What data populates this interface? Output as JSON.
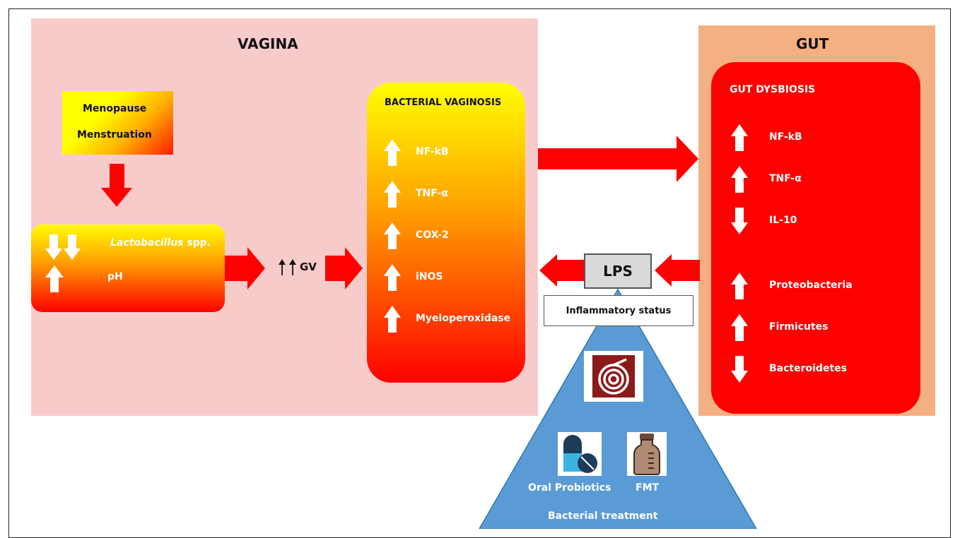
{
  "vagina": {
    "title": "VAGINA",
    "triggers": [
      "Menopause",
      "Menstruation"
    ],
    "lacto_label": "Lactobacillus",
    "lacto_suffix": "spp.",
    "ph_label": "pH",
    "gv_label": "GV",
    "bv": {
      "title": "BACTERIAL VAGINOSIS",
      "markers": [
        "NF-kB",
        "TNF-α",
        "COX-2",
        "iNOS",
        "Myeloperoxidase"
      ]
    }
  },
  "gut": {
    "title": "GUT",
    "dysbiosis": {
      "title": "GUT DYSBIOSIS",
      "markers": [
        "NF-kB",
        "TNF-α",
        "IL-10",
        "Proteobacteria",
        "Firmicutes",
        "Bacteroidetes"
      ]
    }
  },
  "lps": "LPS",
  "inflammatory": "Inflammatory status",
  "treatment": {
    "probiotics": "Oral Probiotics",
    "fmt": "FMT",
    "footer": "Bacterial treatment"
  },
  "colors": {
    "vagina_bg": "#f8cbcb",
    "gut_bg": "#f4b083",
    "arrow_red": "#ff0000",
    "triangle_blue": "#5b9bd5"
  }
}
